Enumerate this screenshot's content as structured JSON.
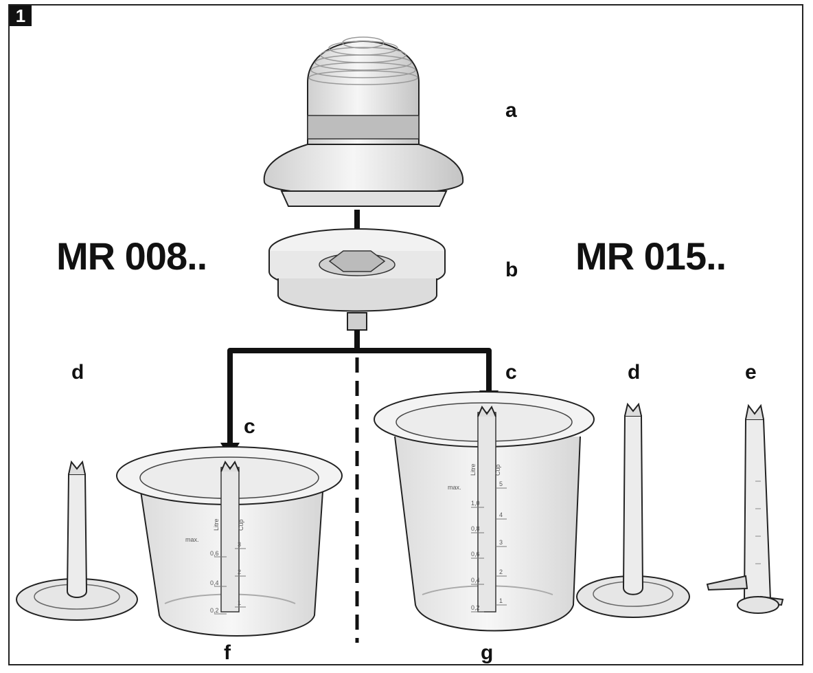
{
  "figure": {
    "number": "1"
  },
  "models": {
    "left": "MR 008..",
    "right": "MR 015.."
  },
  "labels": {
    "a": "a",
    "b": "b",
    "c_left": "c",
    "c_right": "c",
    "d_left": "d",
    "d_right": "d",
    "e": "e",
    "f": "f",
    "g": "g"
  },
  "bowl_small_scale": {
    "litre": "Litre",
    "cup": "Cup",
    "max": "max.",
    "litre_marks": [
      "0,6",
      "0,4",
      "0,2"
    ],
    "cup_marks": [
      "3",
      "2",
      "1"
    ]
  },
  "bowl_large_scale": {
    "litre": "Litre",
    "cup": "Cup",
    "max": "max.",
    "litre_marks": [
      "1,0",
      "0,8",
      "0,6",
      "0,4",
      "0,2"
    ],
    "cup_marks": [
      "5",
      "4",
      "3",
      "2",
      "1"
    ]
  },
  "colors": {
    "line": "#111111",
    "part_fill": "#eeeeee",
    "shade": "#c8c8c8"
  }
}
